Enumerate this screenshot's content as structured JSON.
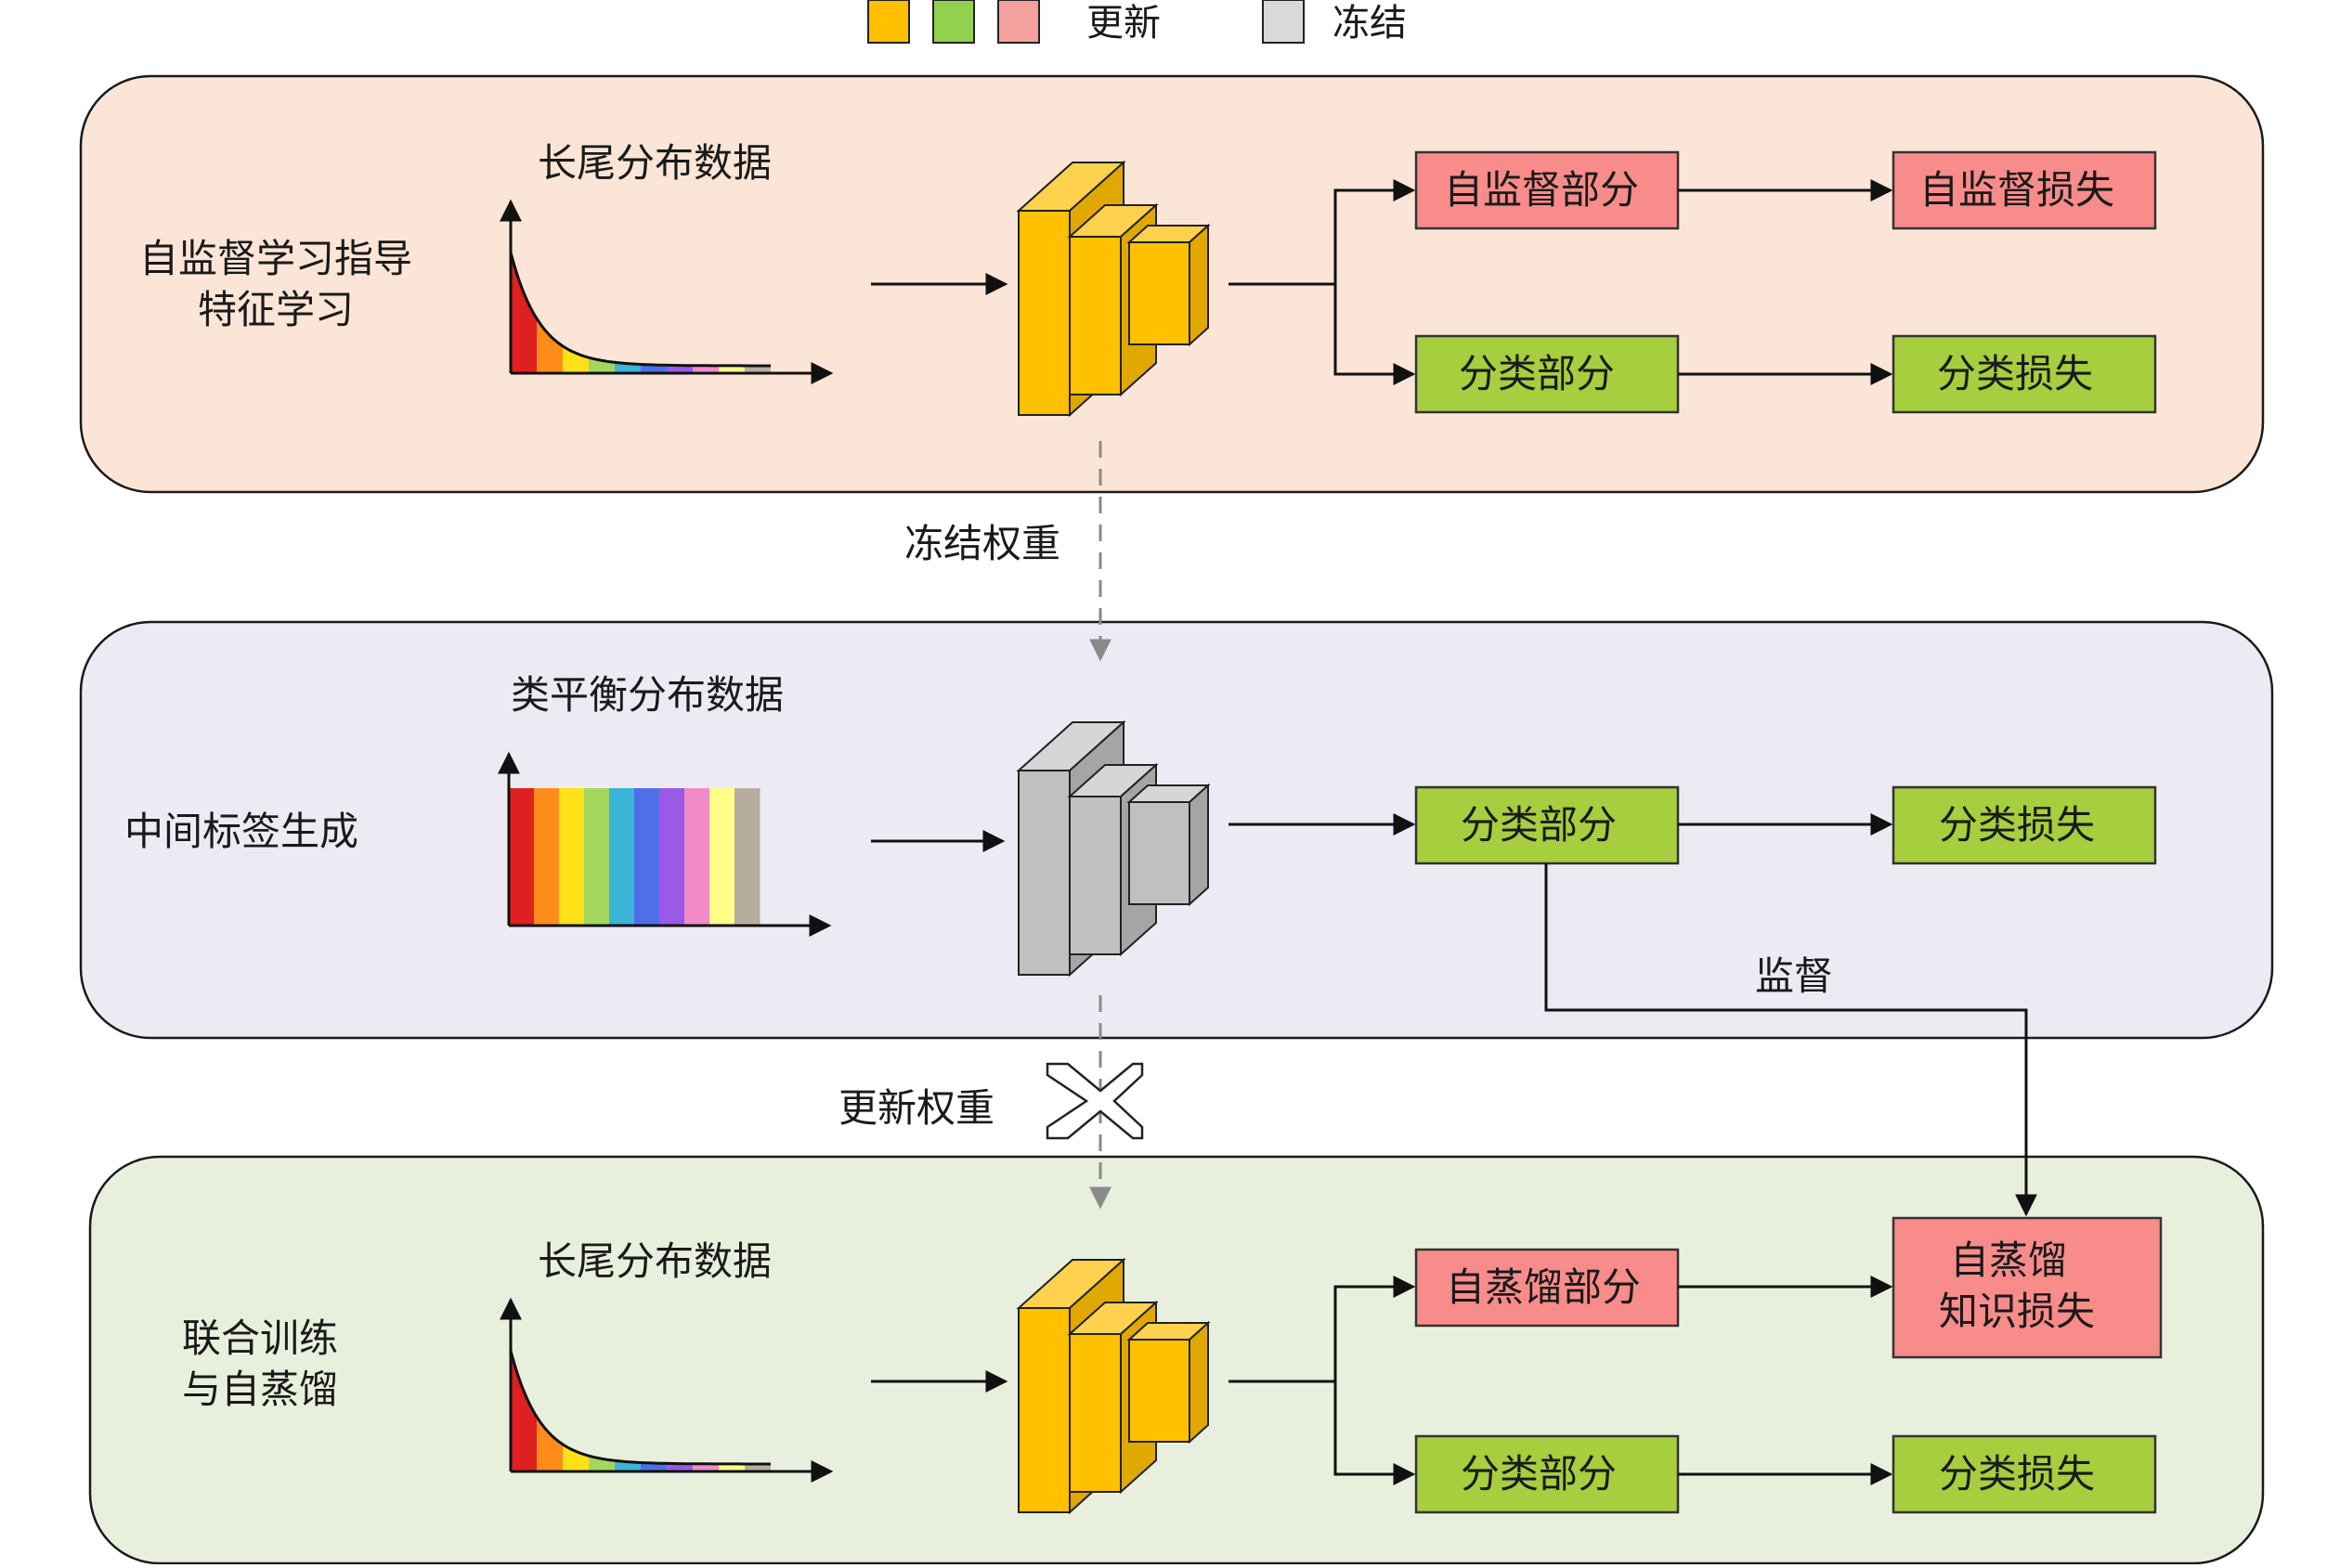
{
  "legend": {
    "update_label": "更新",
    "freeze_label": "冻结",
    "update_colors": [
      "#FFC000",
      "#92D050",
      "#F4A09C"
    ],
    "freeze_color": "#D9D9D9"
  },
  "colors": {
    "panel1_bg": "#FBE5D6",
    "panel2_bg": "#ECEAF3",
    "panel3_bg": "#E8F0DD",
    "pink_box": "#F88C8A",
    "green_box": "#A6CE3E",
    "cube_yellow": "#FFC000",
    "cube_gray": "#C0C0C0"
  },
  "stage1": {
    "label_line1": "自监督学习指导",
    "label_line2": "特征学习",
    "data_title": "长尾分布数据",
    "boxes": {
      "ssl_part": "自监督部分",
      "ssl_loss": "自监督损失",
      "cls_part": "分类部分",
      "cls_loss": "分类损失"
    }
  },
  "between12_label": "冻结权重",
  "stage2": {
    "label": "中间标签生成",
    "data_title": "类平衡分布数据",
    "boxes": {
      "cls_part": "分类部分",
      "cls_loss": "分类损失"
    },
    "supervise_label": "监督"
  },
  "between23_label": "更新权重",
  "stage3": {
    "label_line1": "联合训练",
    "label_line2": "与自蒸馏",
    "data_title": "长尾分布数据",
    "boxes": {
      "sd_part": "自蒸馏部分",
      "sd_loss_line1": "自蒸馏",
      "sd_loss_line2": "知识损失",
      "cls_part": "分类部分",
      "cls_loss": "分类损失"
    }
  }
}
